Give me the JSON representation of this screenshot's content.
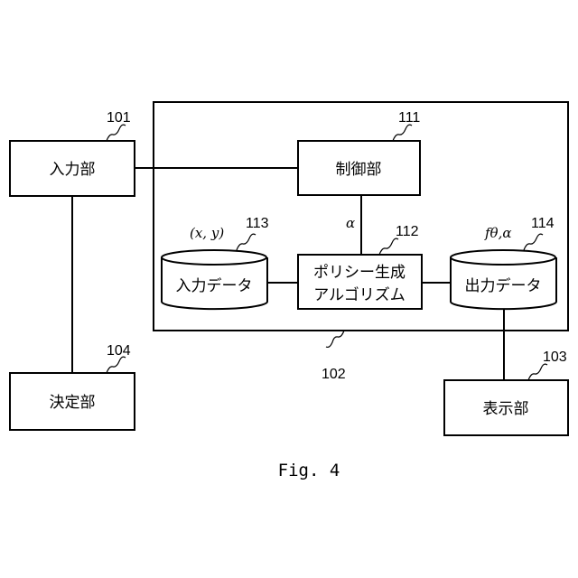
{
  "caption": "Fig. 4",
  "blocks": {
    "input_unit": {
      "label": "入力部",
      "ref": "101"
    },
    "decision_unit": {
      "label": "決定部",
      "ref": "104"
    },
    "control_unit": {
      "label": "制御部",
      "ref": "111"
    },
    "policy_algorithm": {
      "line1": "ポリシー生成",
      "line2": "アルゴリズム",
      "ref": "112"
    },
    "input_data": {
      "label": "入力データ",
      "ref": "113",
      "annotation": "(x, y)"
    },
    "output_data": {
      "label": "出力データ",
      "ref": "114",
      "annotation": "fθ,α"
    },
    "display_unit": {
      "label": "表示部",
      "ref": "103"
    },
    "system": {
      "ref": "102"
    }
  },
  "edge_labels": {
    "control_to_policy": "α"
  }
}
